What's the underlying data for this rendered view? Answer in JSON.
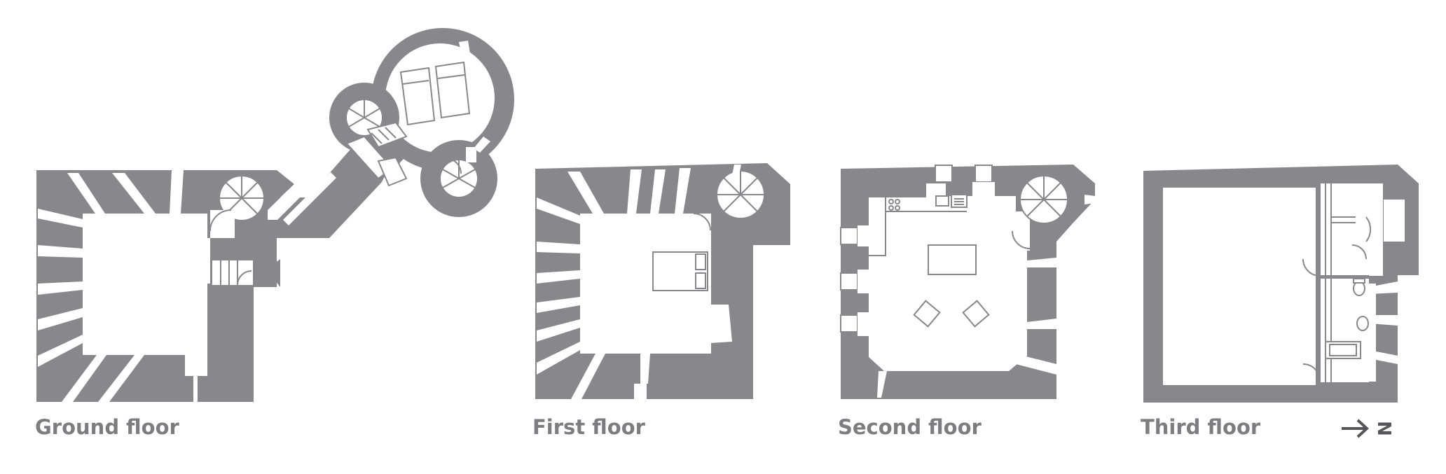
{
  "floors": [
    {
      "label": "Ground floor"
    },
    {
      "label": "First floor"
    },
    {
      "label": "Second floor"
    },
    {
      "label": "Third floor"
    }
  ],
  "north_arrow": {
    "letter": "N"
  },
  "colors": {
    "wall": "#87888b",
    "label": "#7c7d80",
    "arrow": "#56575a",
    "background": "#ffffff"
  }
}
